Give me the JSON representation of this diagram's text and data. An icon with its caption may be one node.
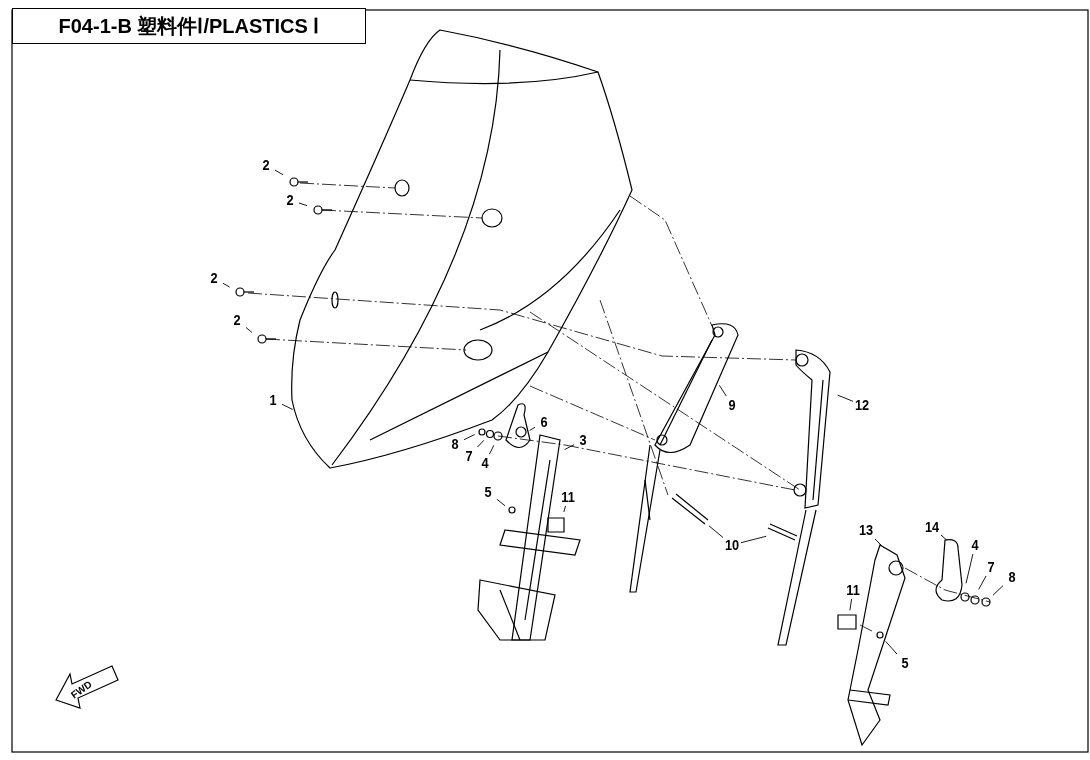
{
  "diagram": {
    "title": "F04-1-B 塑料件Ⅰ/PLASTICS Ⅰ",
    "nodes": [
      {
        "text": [
          "2"
        ]
      },
      {
        "text": [
          "2"
        ]
      },
      {
        "text": [
          "2"
        ]
      },
      {
        "text": [
          "2"
        ]
      },
      {
        "text": [
          "9"
        ]
      },
      {
        "text": [
          "12"
        ]
      },
      {
        "text": [
          "1"
        ]
      },
      {
        "text": [
          "6"
        ]
      },
      {
        "text": [
          "3"
        ]
      },
      {
        "text": [
          "8"
        ]
      },
      {
        "text": [
          "7"
        ]
      },
      {
        "text": [
          "4"
        ]
      },
      {
        "text": [
          "5"
        ]
      },
      {
        "text": [
          "11"
        ]
      },
      {
        "text": [
          "13"
        ]
      },
      {
        "text": [
          "14"
        ]
      },
      {
        "text": [
          "10"
        ]
      },
      {
        "text": [
          "4"
        ]
      },
      {
        "text": [
          "7"
        ]
      },
      {
        "text": [
          "8"
        ]
      },
      {
        "text": [
          "11"
        ]
      },
      {
        "text": [
          "5"
        ]
      }
    ],
    "edges": [
      {
        "from": 0,
        "to": null,
        "arrow": "none"
      },
      {
        "from": 1,
        "to": null,
        "arrow": "none"
      },
      {
        "from": 2,
        "to": null,
        "arrow": "none"
      },
      {
        "from": 3,
        "to": null,
        "arrow": "none"
      },
      {
        "from": 4,
        "to": null,
        "arrow": "none"
      },
      {
        "from": 5,
        "to": null,
        "arrow": "none"
      },
      {
        "from": 6,
        "to": null,
        "arrow": "none"
      },
      {
        "from": 7,
        "to": null,
        "arrow": "none"
      },
      {
        "from": 8,
        "to": null,
        "arrow": "none"
      },
      {
        "from": 9,
        "to": null,
        "arrow": "none"
      },
      {
        "from": 10,
        "to": null,
        "arrow": "none"
      },
      {
        "from": 11,
        "to": null,
        "arrow": "none"
      },
      {
        "from": 12,
        "to": null,
        "arrow": "none"
      },
      {
        "from": 13,
        "to": null,
        "arrow": "none"
      },
      {
        "from": 14,
        "to": null,
        "arrow": "none"
      },
      {
        "from": 15,
        "to": null,
        "arrow": "none"
      },
      {
        "from": 16,
        "to": null,
        "arrow": "none"
      },
      {
        "from": 16,
        "to": null,
        "arrow": "none"
      },
      {
        "from": 17,
        "to": null,
        "arrow": "none"
      },
      {
        "from": 18,
        "to": null,
        "arrow": "none"
      },
      {
        "from": 19,
        "to": null,
        "arrow": "none"
      },
      {
        "from": 20,
        "to": null,
        "arrow": "none"
      },
      {
        "from": 21,
        "to": null,
        "arrow": "none"
      }
    ],
    "labels": [
      "FWD"
    ]
  }
}
